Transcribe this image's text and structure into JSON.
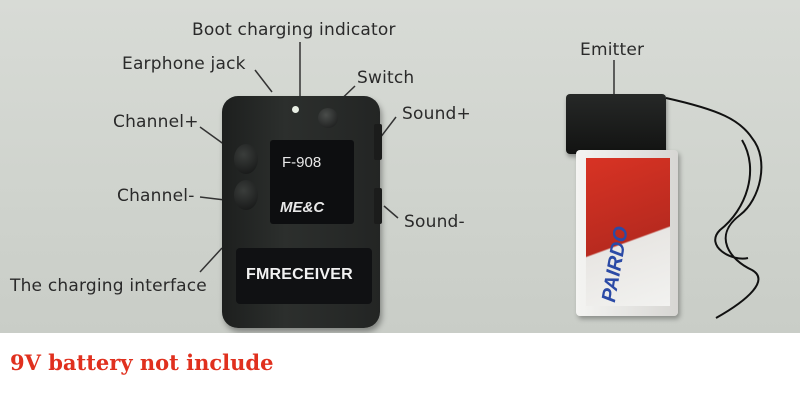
{
  "labels": {
    "boot_charging_indicator": "Boot charging indicator",
    "earphone_jack": "Earphone jack",
    "switch": "Switch",
    "sound_plus": "Sound+",
    "channel_plus": "Channel+",
    "channel_minus": "Channel-",
    "sound_minus": "Sound-",
    "charging_interface": "The charging interface",
    "emitter": "Emitter"
  },
  "device": {
    "model": "F-908",
    "brand": "ME&C",
    "receiver_text": "FMRECEIVER"
  },
  "battery": {
    "brand": "PAIRDO"
  },
  "caption": "9V battery not include",
  "colors": {
    "caption_red": "#e0301e",
    "background": "#d4d7d2",
    "device_body": "#242625"
  }
}
